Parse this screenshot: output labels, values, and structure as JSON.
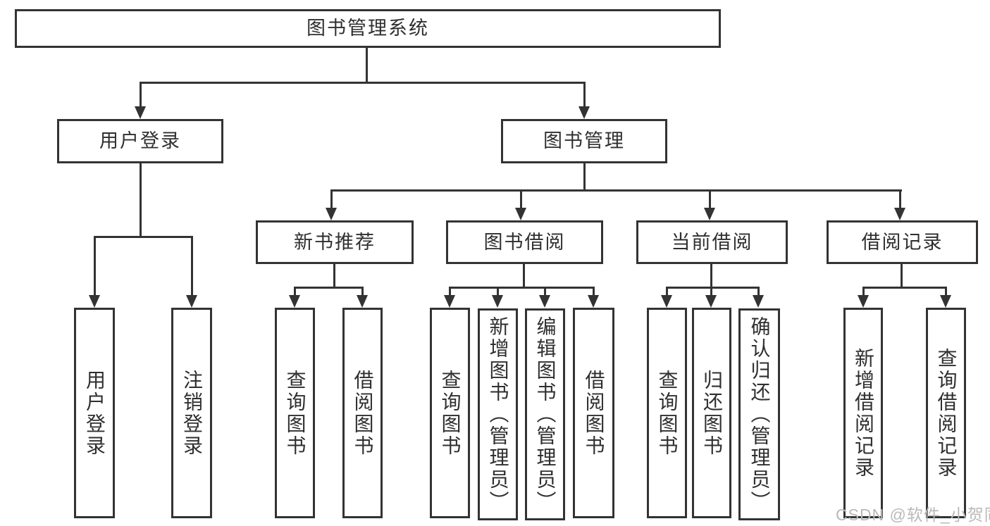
{
  "colors": {
    "line": "#333333",
    "text": "#2f2f2f",
    "background": "#ffffff",
    "watermark": "#b9b9b9"
  },
  "watermark": {
    "text": "CSDN @软件_小贺同学"
  },
  "tree": {
    "root": {
      "label": "图书管理系统"
    },
    "branches": [
      {
        "label": "用户登录",
        "children": [
          {
            "label": "用户登录"
          },
          {
            "label": "注销登录"
          }
        ]
      },
      {
        "label": "图书管理",
        "groups": [
          {
            "label": "新书推荐",
            "children": [
              {
                "label": "查询图书"
              },
              {
                "label": "借阅图书"
              }
            ]
          },
          {
            "label": "图书借阅",
            "children": [
              {
                "label": "查询图书"
              },
              {
                "label": "新增图书（管理员）"
              },
              {
                "label": "编辑图书（管理员）"
              },
              {
                "label": "借阅图书"
              }
            ]
          },
          {
            "label": "当前借阅",
            "children": [
              {
                "label": "查询图书"
              },
              {
                "label": "归还图书"
              },
              {
                "label": "确认归还（管理员）"
              }
            ]
          },
          {
            "label": "借阅记录",
            "children": [
              {
                "label": "新增借阅记录"
              },
              {
                "label": "查询借阅记录"
              }
            ]
          }
        ]
      }
    ]
  }
}
